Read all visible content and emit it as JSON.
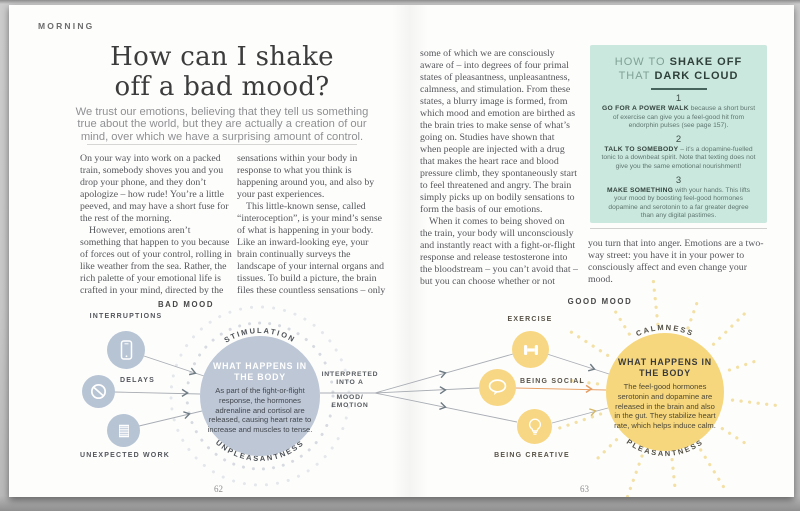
{
  "page_header": {
    "section": "MORNING",
    "page_left": "62",
    "page_right": "63"
  },
  "article": {
    "title_line1": "How can I shake",
    "title_line2": "off a bad mood?",
    "standfirst": "We trust our emotions, believing that they tell us something true about the world, but they are actually a creation of our mind, over which we have a surprising amount of control.",
    "col1_p1": "On your way into work on a packed train, somebody shoves you and you drop your phone, and they don’t apologize – how rude! You’re a little peeved, and may have a short fuse for the rest of the morning.",
    "col1_p2": "However, emotions aren’t something that happen to you because of forces out of your control, rolling in like weather from the sea. Rather, the rich palette of your emotional life is crafted in your mind, directed by the",
    "col2_p1": "sensations within your body in response to what you think is happening around you, and also by your past experiences.",
    "col2_p2": "This little-known sense, called “interoception”, is your mind’s sense of what is happening in your body. Like an inward-looking eye, your brain continually surveys the landscape of your internal organs and tissues. To build a picture, the brain files these countless sensations – only",
    "col3_p1": "some of which we are consciously aware of – into degrees of four primal states of pleasantness, unpleasantness, calmness, and stimulation. From these states, a blurry image is formed, from which mood and emotion are birthed as the brain tries to make sense of what’s going on. Studies have shown that when people are injected with a drug that makes the heart race and blood pressure climb, they spontaneously start to feel threatened and angry. The brain simply picks up on bodily sensations to form the basis of our emotions.",
    "col3_p2": "When it comes to being shoved on the train, your body will unconsciously and instantly react with a fight-or-flight response and release testosterone into the bloodstream – you can’t avoid that – but you can choose whether or not",
    "col4_p1": "you turn that into anger. Emotions are a two-way street: you have it in your power to consciously affect and even change your mood."
  },
  "sidebar": {
    "bg_color": "#cbe8de",
    "title_l1": "HOW TO",
    "title_b1": "SHAKE OFF",
    "title_l2": "THAT",
    "title_b2": "DARK CLOUD",
    "items": [
      {
        "num": "1",
        "lead": "GO FOR A POWER WALK",
        "text": "because a short burst of exercise can give you a feel-good hit from endorphin pulses (see page 157)."
      },
      {
        "num": "2",
        "lead": "TALK TO SOMEBODY",
        "text": "– it’s a dopamine-fuelled tonic to a downbeat spirit. Note that texting does not give you the same emotional nourishment!"
      },
      {
        "num": "3",
        "lead": "MAKE SOMETHING",
        "text": "with your hands. This lifts your mood by boosting feel-good hormones dopamine and serotonin to a far greater degree than any digital pastimes."
      }
    ]
  },
  "diagram": {
    "bad_mood_label": "BAD MOOD",
    "good_mood_label": "GOOD MOOD",
    "interpreted": [
      "INTERPRETED",
      "INTO A",
      "MOOD/",
      "EMOTION"
    ],
    "bad": {
      "color": "#bdc7d6",
      "inputs": [
        {
          "label": "INTERRUPTIONS",
          "icon": "phone-icon"
        },
        {
          "label": "DELAYS",
          "icon": "no-entry-icon"
        },
        {
          "label": "UNEXPECTED WORK",
          "icon": "paperwork-icon"
        }
      ],
      "top_label": "STIMULATION",
      "bottom_label": "UNPLEASANTNESS",
      "circle_title": "WHAT HAPPENS IN THE BODY",
      "circle_text": "As part of the fight-or-flight response, the hormones adrenaline and cortisol are released, causing heart rate to increase and muscles to tense."
    },
    "good": {
      "color": "#f6d77d",
      "inputs": [
        {
          "label": "EXERCISE",
          "icon": "dumbbell-icon"
        },
        {
          "label": "BEING SOCIAL",
          "icon": "speech-bubble-icon"
        },
        {
          "label": "BEING CREATIVE",
          "icon": "lightbulb-icon"
        }
      ],
      "top_label": "CALMNESS",
      "bottom_label": "PLEASANTNESS",
      "circle_title": "WHAT HAPPENS IN THE BODY",
      "circle_text": "The feel-good hormones serotonin and dopamine are released in the brain and also in the gut. They stabilize heart rate, which helps induce calm."
    }
  }
}
